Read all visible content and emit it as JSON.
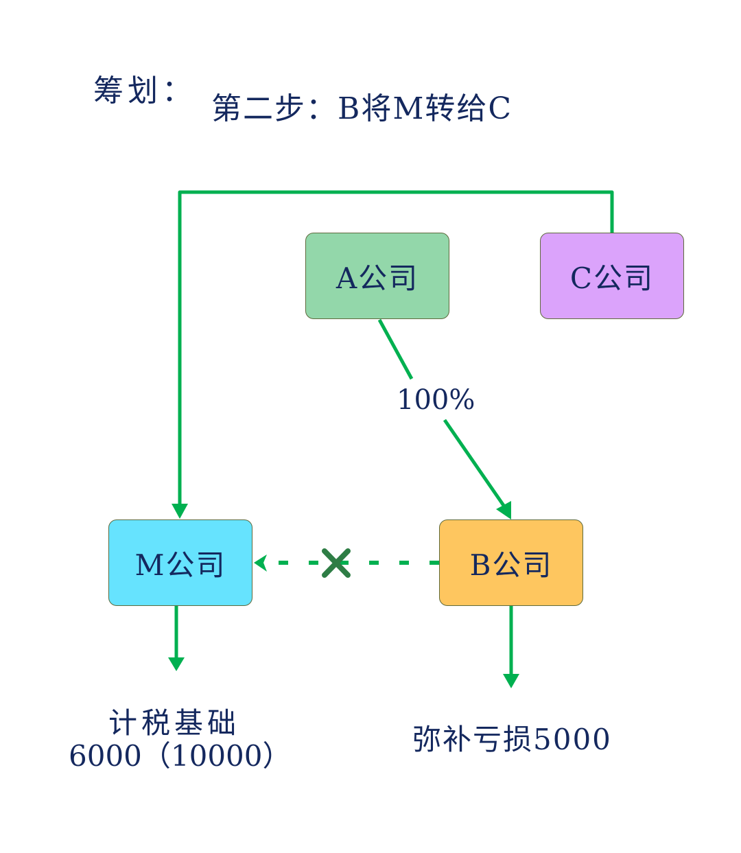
{
  "header": {
    "label": "筹划：",
    "step_title": "第二步：B将M转给C"
  },
  "nodes": {
    "a": {
      "label": "A公司",
      "color": "#93d7aa"
    },
    "b": {
      "label": "B公司",
      "color": "#fec65f"
    },
    "c": {
      "label": "C公司",
      "color": "#dba3fb"
    },
    "m": {
      "label": "M公司",
      "color": "#66e3fe"
    }
  },
  "edges": [
    {
      "from": "A公司",
      "to": "B公司",
      "label": "100%",
      "style": "solid"
    },
    {
      "from": "C公司",
      "to": "M公司",
      "label": "",
      "style": "solid"
    },
    {
      "from": "B公司",
      "to": "M公司",
      "label": "",
      "style": "dashed",
      "crossed_out": true
    }
  ],
  "edge_label_ab": "100%",
  "outcomes": {
    "m_line1": "计税基础",
    "m_line2": "6000（10000）",
    "b_line": "弥补亏损5000"
  },
  "colors": {
    "arrow": "#00b050",
    "cross": "#2e7d45",
    "text": "#14285e"
  }
}
